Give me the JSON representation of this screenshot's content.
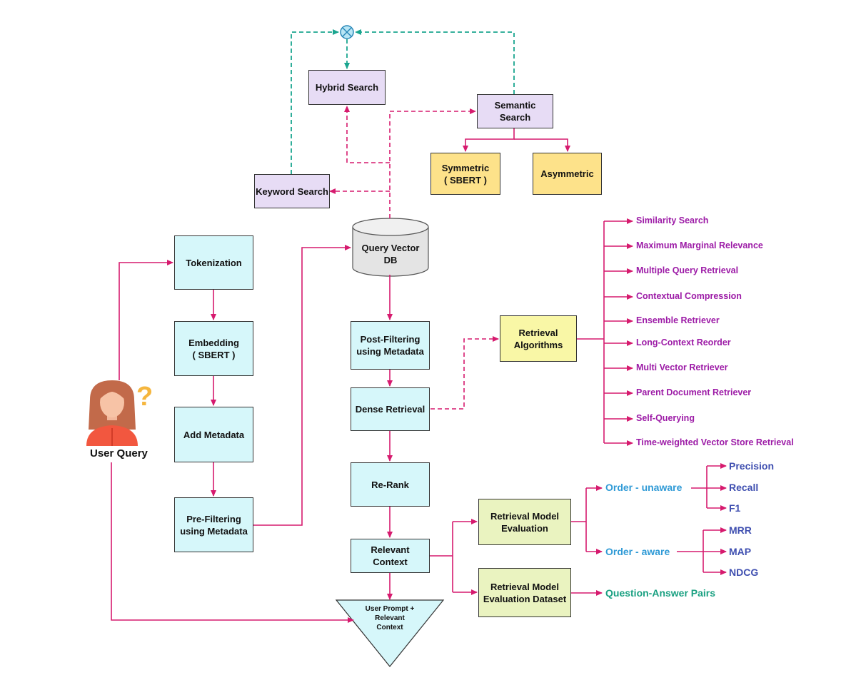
{
  "nodes": {
    "tokenization": "Tokenization",
    "embedding": "Embedding\n( SBERT )",
    "add_metadata": "Add Metadata",
    "pre_filtering": "Pre-Filtering\nusing Metadata",
    "query_vector_db": "Query Vector\nDB",
    "post_filtering": "Post-Filtering\nusing Metadata",
    "dense_retrieval": "Dense Retrieval",
    "re_rank": "Re-Rank",
    "relevant_context": "Relevant\nContext",
    "user_prompt": "User Prompt +\nRelevant\nContext",
    "hybrid_search": "Hybrid Search",
    "semantic_search": "Semantic\nSearch",
    "keyword_search": "Keyword Search",
    "symmetric": "Symmetric\n( SBERT )",
    "asymmetric": "Asymmetric",
    "retrieval_algorithms": "Retrieval\nAlgorithms",
    "retrieval_model_evaluation": "Retrieval Model\nEvaluation",
    "retrieval_model_evaluation_dataset": "Retrieval Model\nEvaluation Dataset"
  },
  "user_query_label": "User Query",
  "algorithms": [
    "Similarity Search",
    "Maximum Marginal Relevance",
    "Multiple Query Retrieval",
    "Contextual Compression",
    "Ensemble Retriever",
    "Long-Context Reorder",
    "Multi Vector Retriever",
    "Parent Document Retriever",
    "Self-Querying",
    "Time-weighted Vector Store Retrieval"
  ],
  "evaluation": {
    "order_unaware": "Order - unaware",
    "order_aware": "Order - aware",
    "unaware_metrics": [
      "Precision",
      "Recall",
      "F1"
    ],
    "aware_metrics": [
      "MRR",
      "MAP",
      "NDCG"
    ],
    "qa_pairs": "Question-Answer Pairs"
  },
  "colors": {
    "flow_arrow": "#d61a6e",
    "feedback_arrow": "#1aa58f",
    "cyan_box": "#d6f7fa",
    "purple_box": "#e7dcf5",
    "yellow_box": "#fde28a",
    "algorithm_text": "#9c1aa6",
    "metric_text": "#3f4fb0",
    "order_text": "#2f9ad6",
    "qa_text": "#19a081"
  },
  "icons": {
    "user": "woman-avatar-icon",
    "question": "question-mark-icon",
    "combine": "combine-circle-icon",
    "database": "cylinder-database-icon"
  }
}
